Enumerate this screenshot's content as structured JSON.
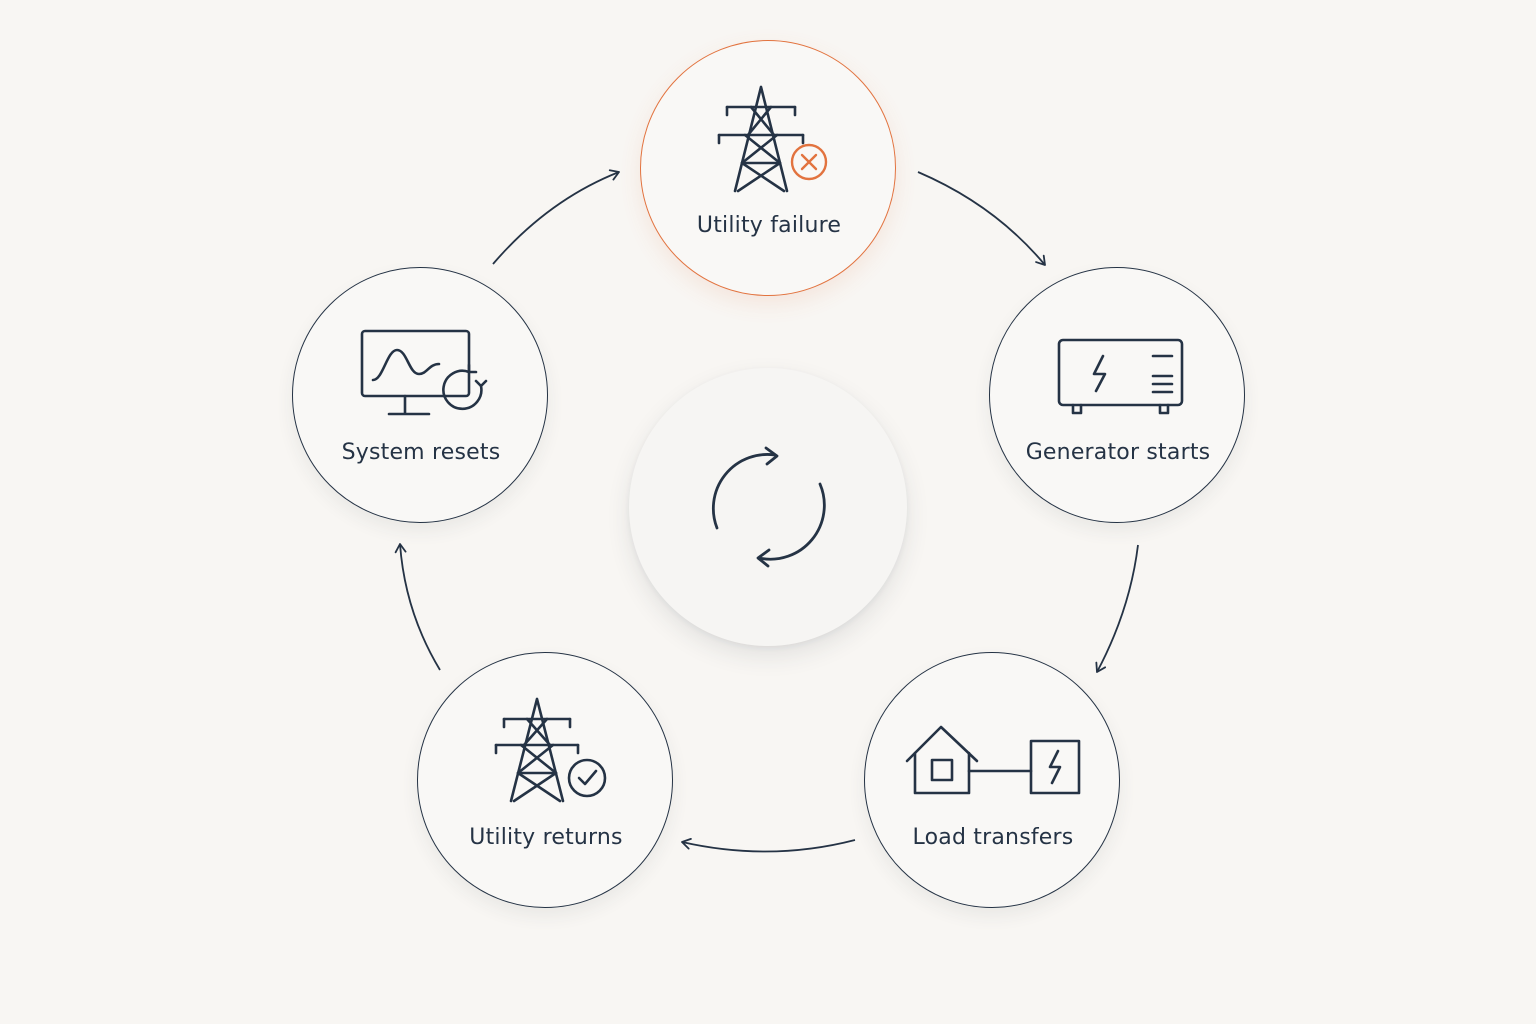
{
  "colors": {
    "stroke": "#253345",
    "accent": "#e2733f",
    "background": "#f8f6f3"
  },
  "nodes": [
    {
      "label": "Utility failure",
      "icon": "power-tower-x-icon",
      "state": "active"
    },
    {
      "label": "Generator starts",
      "icon": "generator-icon"
    },
    {
      "label": "Load transfers",
      "icon": "house-transfer-icon"
    },
    {
      "label": "Utility returns",
      "icon": "power-tower-check-icon"
    },
    {
      "label": "System resets",
      "icon": "monitor-reset-icon"
    }
  ],
  "center": {
    "icon": "cycle-icon"
  }
}
